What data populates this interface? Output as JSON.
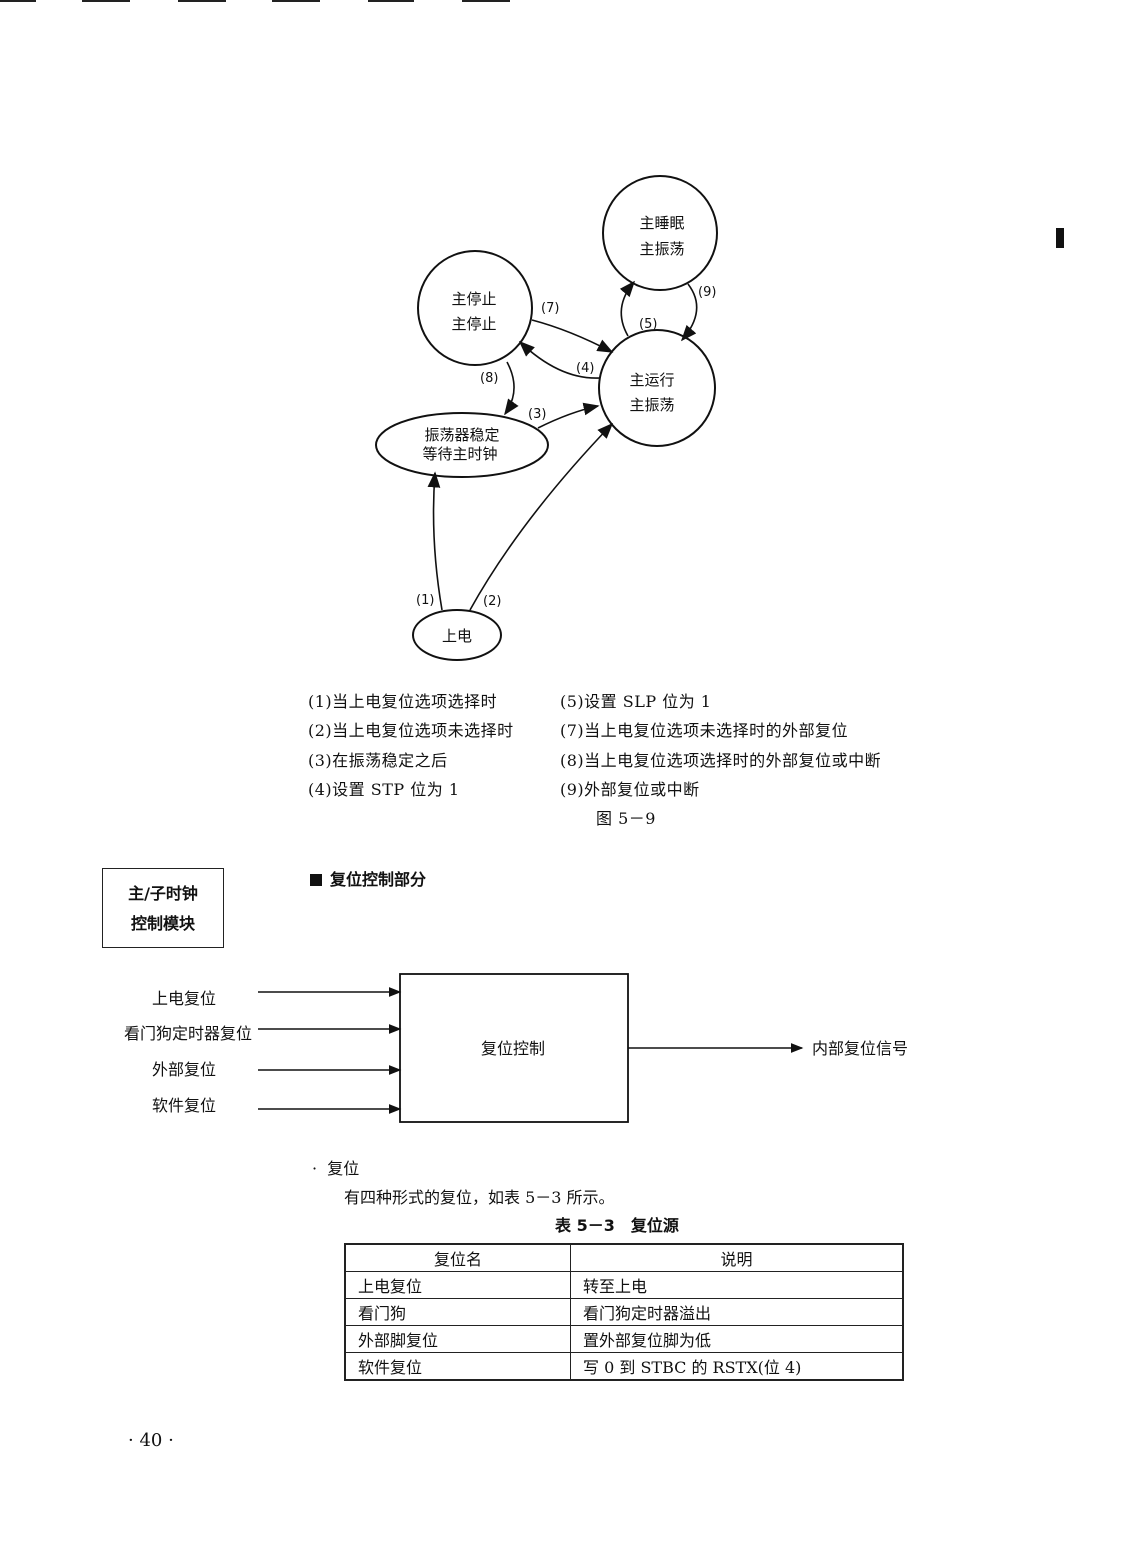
{
  "state_diagram": {
    "states": {
      "main_sleep": [
        "主睡眠",
        "主振荡"
      ],
      "main_stop": [
        "主停止",
        "主停止"
      ],
      "main_run": [
        "主运行",
        "主振荡"
      ],
      "osc_wait": [
        "振荡器稳定",
        "等待主时钟"
      ],
      "power_on": "上电"
    },
    "transitions": [
      "(1)",
      "(2)",
      "(3)",
      "(4)",
      "(5)",
      "(7)",
      "(8)",
      "(9)"
    ],
    "legend_left": [
      "(1)当上电复位选项选择时",
      "(2)当上电复位选项未选择时",
      "(3)在振荡稳定之后",
      "(4)设置 STP 位为 1"
    ],
    "legend_right": [
      "(5)设置 SLP 位为 1",
      "(7)当上电复位选项未选择时的外部复位",
      "(8)当上电复位选项选择时的外部复位或中断",
      "(9)外部复位或中断"
    ],
    "caption": "图 5－9"
  },
  "sidebar_box": [
    "主/子时钟",
    "控制模块"
  ],
  "section_title": "复位控制部分",
  "block_diagram": {
    "inputs": [
      "上电复位",
      "看门狗定时器复位",
      "外部复位",
      "软件复位"
    ],
    "block_label": "复位控制",
    "output": "内部复位信号"
  },
  "bullet": "复位",
  "body_text": "有四种形式的复位，如表 5－3 所示。",
  "table": {
    "caption": "表 5－3　复位源",
    "headers": [
      "复位名",
      "说明"
    ],
    "rows": [
      [
        "上电复位",
        "转至上电"
      ],
      [
        "看门狗",
        "看门狗定时器溢出"
      ],
      [
        "外部脚复位",
        "置外部复位脚为低"
      ],
      [
        "软件复位",
        "写 0 到 STBC 的 RSTX(位 4)"
      ]
    ]
  },
  "page_number": "· 40 ·"
}
